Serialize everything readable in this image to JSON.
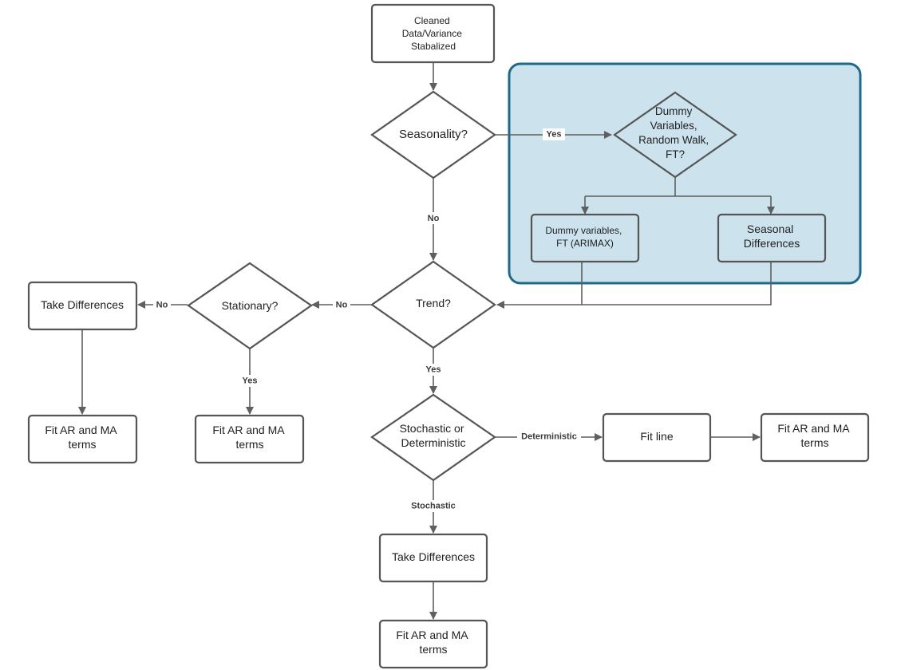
{
  "colors": {
    "background": "#ffffff",
    "node_fill": "#ffffff",
    "node_stroke": "#555555",
    "edge_stroke": "#5f5f5f",
    "group_fill": "#cce3ee",
    "group_stroke": "#1f6a8a",
    "text": "#1f1f1f"
  },
  "nodes": {
    "cleaned": {
      "lines": [
        "Cleaned",
        "Data/Variance",
        "Stabalized"
      ]
    },
    "seasonality": {
      "lines": [
        "Seasonality?"
      ]
    },
    "dummy_q": {
      "lines": [
        "Dummy",
        "Variables,",
        "Random Walk,",
        "FT?"
      ]
    },
    "dummy_vars": {
      "lines": [
        "Dummy variables,",
        "FT (ARIMAX)"
      ]
    },
    "seasonal_diff": {
      "lines": [
        "Seasonal",
        "Differences"
      ]
    },
    "trend": {
      "lines": [
        "Trend?"
      ]
    },
    "stationary": {
      "lines": [
        "Stationary?"
      ]
    },
    "take_diff_left": {
      "lines": [
        "Take Differences"
      ]
    },
    "fit_left": {
      "lines": [
        "Fit AR and MA",
        "terms"
      ]
    },
    "fit_mid": {
      "lines": [
        "Fit AR and MA",
        "terms"
      ]
    },
    "stochastic": {
      "lines": [
        "Stochastic or",
        "Deterministic"
      ]
    },
    "fit_line": {
      "lines": [
        "Fit line"
      ]
    },
    "fit_right": {
      "lines": [
        "Fit AR and MA",
        "terms"
      ]
    },
    "take_diff_bottom": {
      "lines": [
        "Take Differences"
      ]
    },
    "fit_bottom": {
      "lines": [
        "Fit AR and MA",
        "terms"
      ]
    }
  },
  "edges": {
    "seasonality_yes": "Yes",
    "seasonality_no": "No",
    "trend_no": "No",
    "stationary_no": "No",
    "stationary_yes": "Yes",
    "trend_yes": "Yes",
    "deterministic": "Deterministic",
    "stochastic": "Stochastic"
  }
}
